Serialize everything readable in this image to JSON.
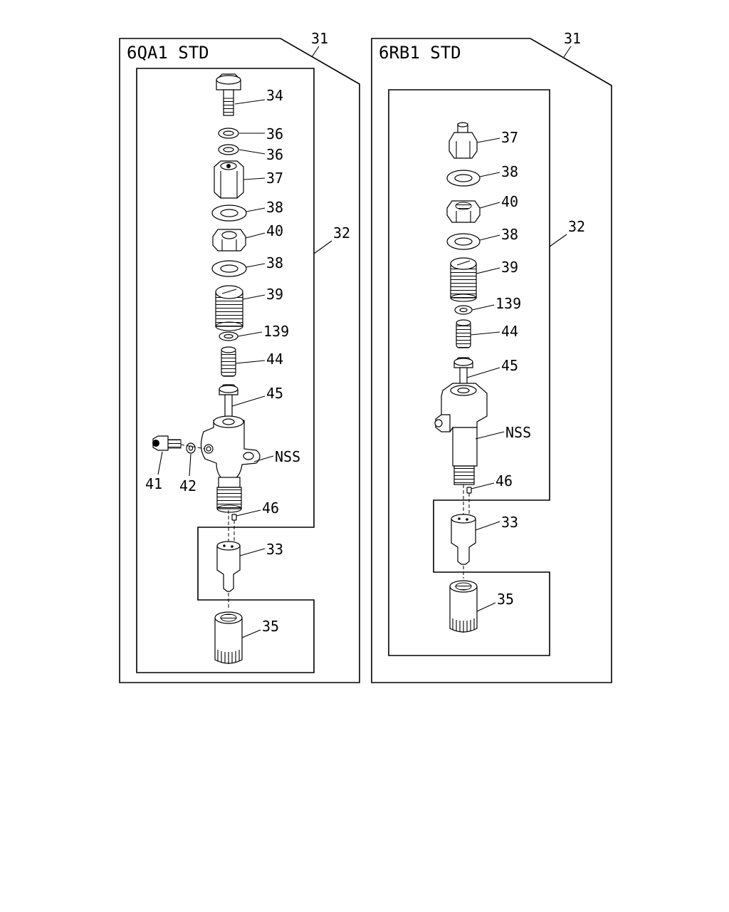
{
  "panels": [
    {
      "title": "6QA1 STD",
      "callouts": {
        "c31": "31",
        "c32": "32",
        "c34": "34",
        "c36a": "36",
        "c36b": "36",
        "c37": "37",
        "c38a": "38",
        "c40": "40",
        "c38b": "38",
        "c39": "39",
        "c139": "139",
        "c44": "44",
        "c45": "45",
        "nss": "NSS",
        "c41": "41",
        "c42": "42",
        "c46": "46",
        "c33": "33",
        "c35": "35"
      }
    },
    {
      "title": "6RB1 STD",
      "callouts": {
        "c31": "31",
        "c32": "32",
        "c37": "37",
        "c38a": "38",
        "c40": "40",
        "c38b": "38",
        "c39": "39",
        "c139": "139",
        "c44": "44",
        "c45": "45",
        "nss": "NSS",
        "c46": "46",
        "c33": "33",
        "c35": "35"
      }
    }
  ]
}
